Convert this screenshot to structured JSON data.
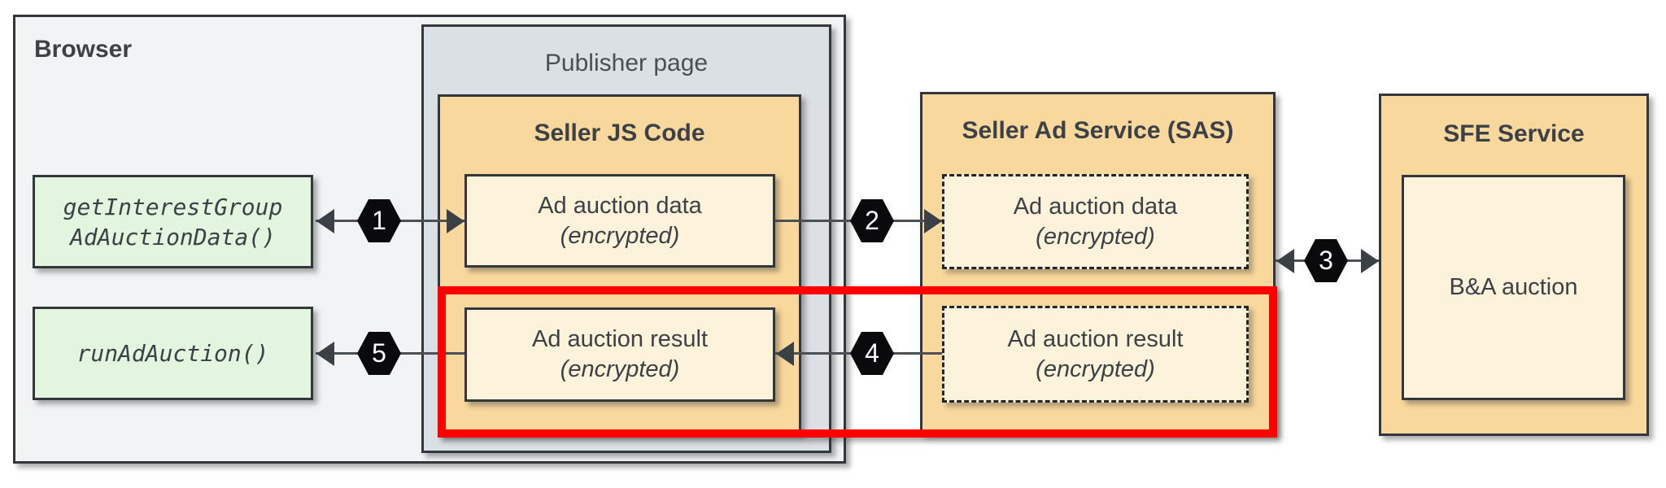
{
  "colors": {
    "page_bg": "#ffffff",
    "browser_fill": "#f1f3f4",
    "publisher_fill": "#dbe0e5",
    "panel_orange": "#f9d89d",
    "panel_cream": "#fcf3da",
    "panel_green": "#e3f5df",
    "border_dark": "#31373d",
    "dash_border": "#22262b",
    "text_dark": "#3c4147",
    "text_gray": "#4a4f55",
    "connector": "#4a5056",
    "arrowhead": "#3a4046",
    "highlight_red": "#fe0000",
    "step_fill": "#0a0a0c",
    "step_text": "#ffffff"
  },
  "browser": {
    "label": "Browser"
  },
  "publisher": {
    "label": "Publisher page"
  },
  "seller_js": {
    "title": "Seller JS Code",
    "data_box": {
      "line1": "Ad auction data",
      "line2": "(encrypted)"
    },
    "result_box": {
      "line1": "Ad auction result",
      "line2": "(encrypted)"
    }
  },
  "sas": {
    "title": "Seller Ad Service (SAS)",
    "data_box": {
      "line1": "Ad auction data",
      "line2": "(encrypted)"
    },
    "result_box": {
      "line1": "Ad auction result",
      "line2": "(encrypted)"
    }
  },
  "sfe": {
    "title": "SFE Service",
    "auction_box": {
      "label": "B&A auction"
    }
  },
  "browser_apis": {
    "get_interest_group": {
      "line1": "getInterestGroup",
      "line2": "AdAuctionData()"
    },
    "run_ad_auction": {
      "label": "runAdAuction()"
    }
  },
  "steps": {
    "step1": "1",
    "step2": "2",
    "step3": "3",
    "step4": "4",
    "step5": "5"
  }
}
